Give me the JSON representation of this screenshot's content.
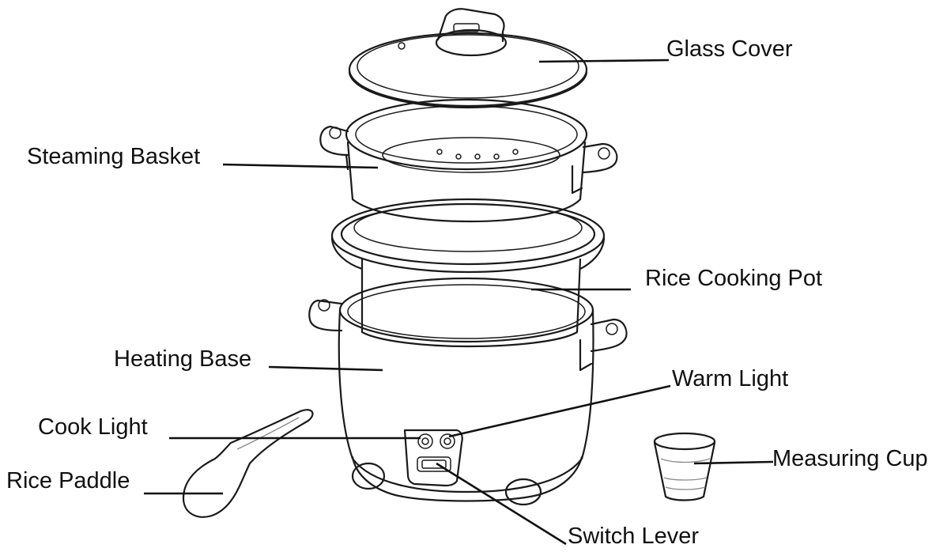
{
  "labels": {
    "glass_cover": "Glass Cover",
    "steaming_basket": "Steaming Basket",
    "rice_cooking_pot": "Rice Cooking Pot",
    "heating_base": "Heating Base",
    "warm_light": "Warm Light",
    "cook_light": "Cook Light",
    "measuring_cup": "Measuring Cup",
    "rice_paddle": "Rice Paddle",
    "switch_lever": "Switch Lever"
  }
}
